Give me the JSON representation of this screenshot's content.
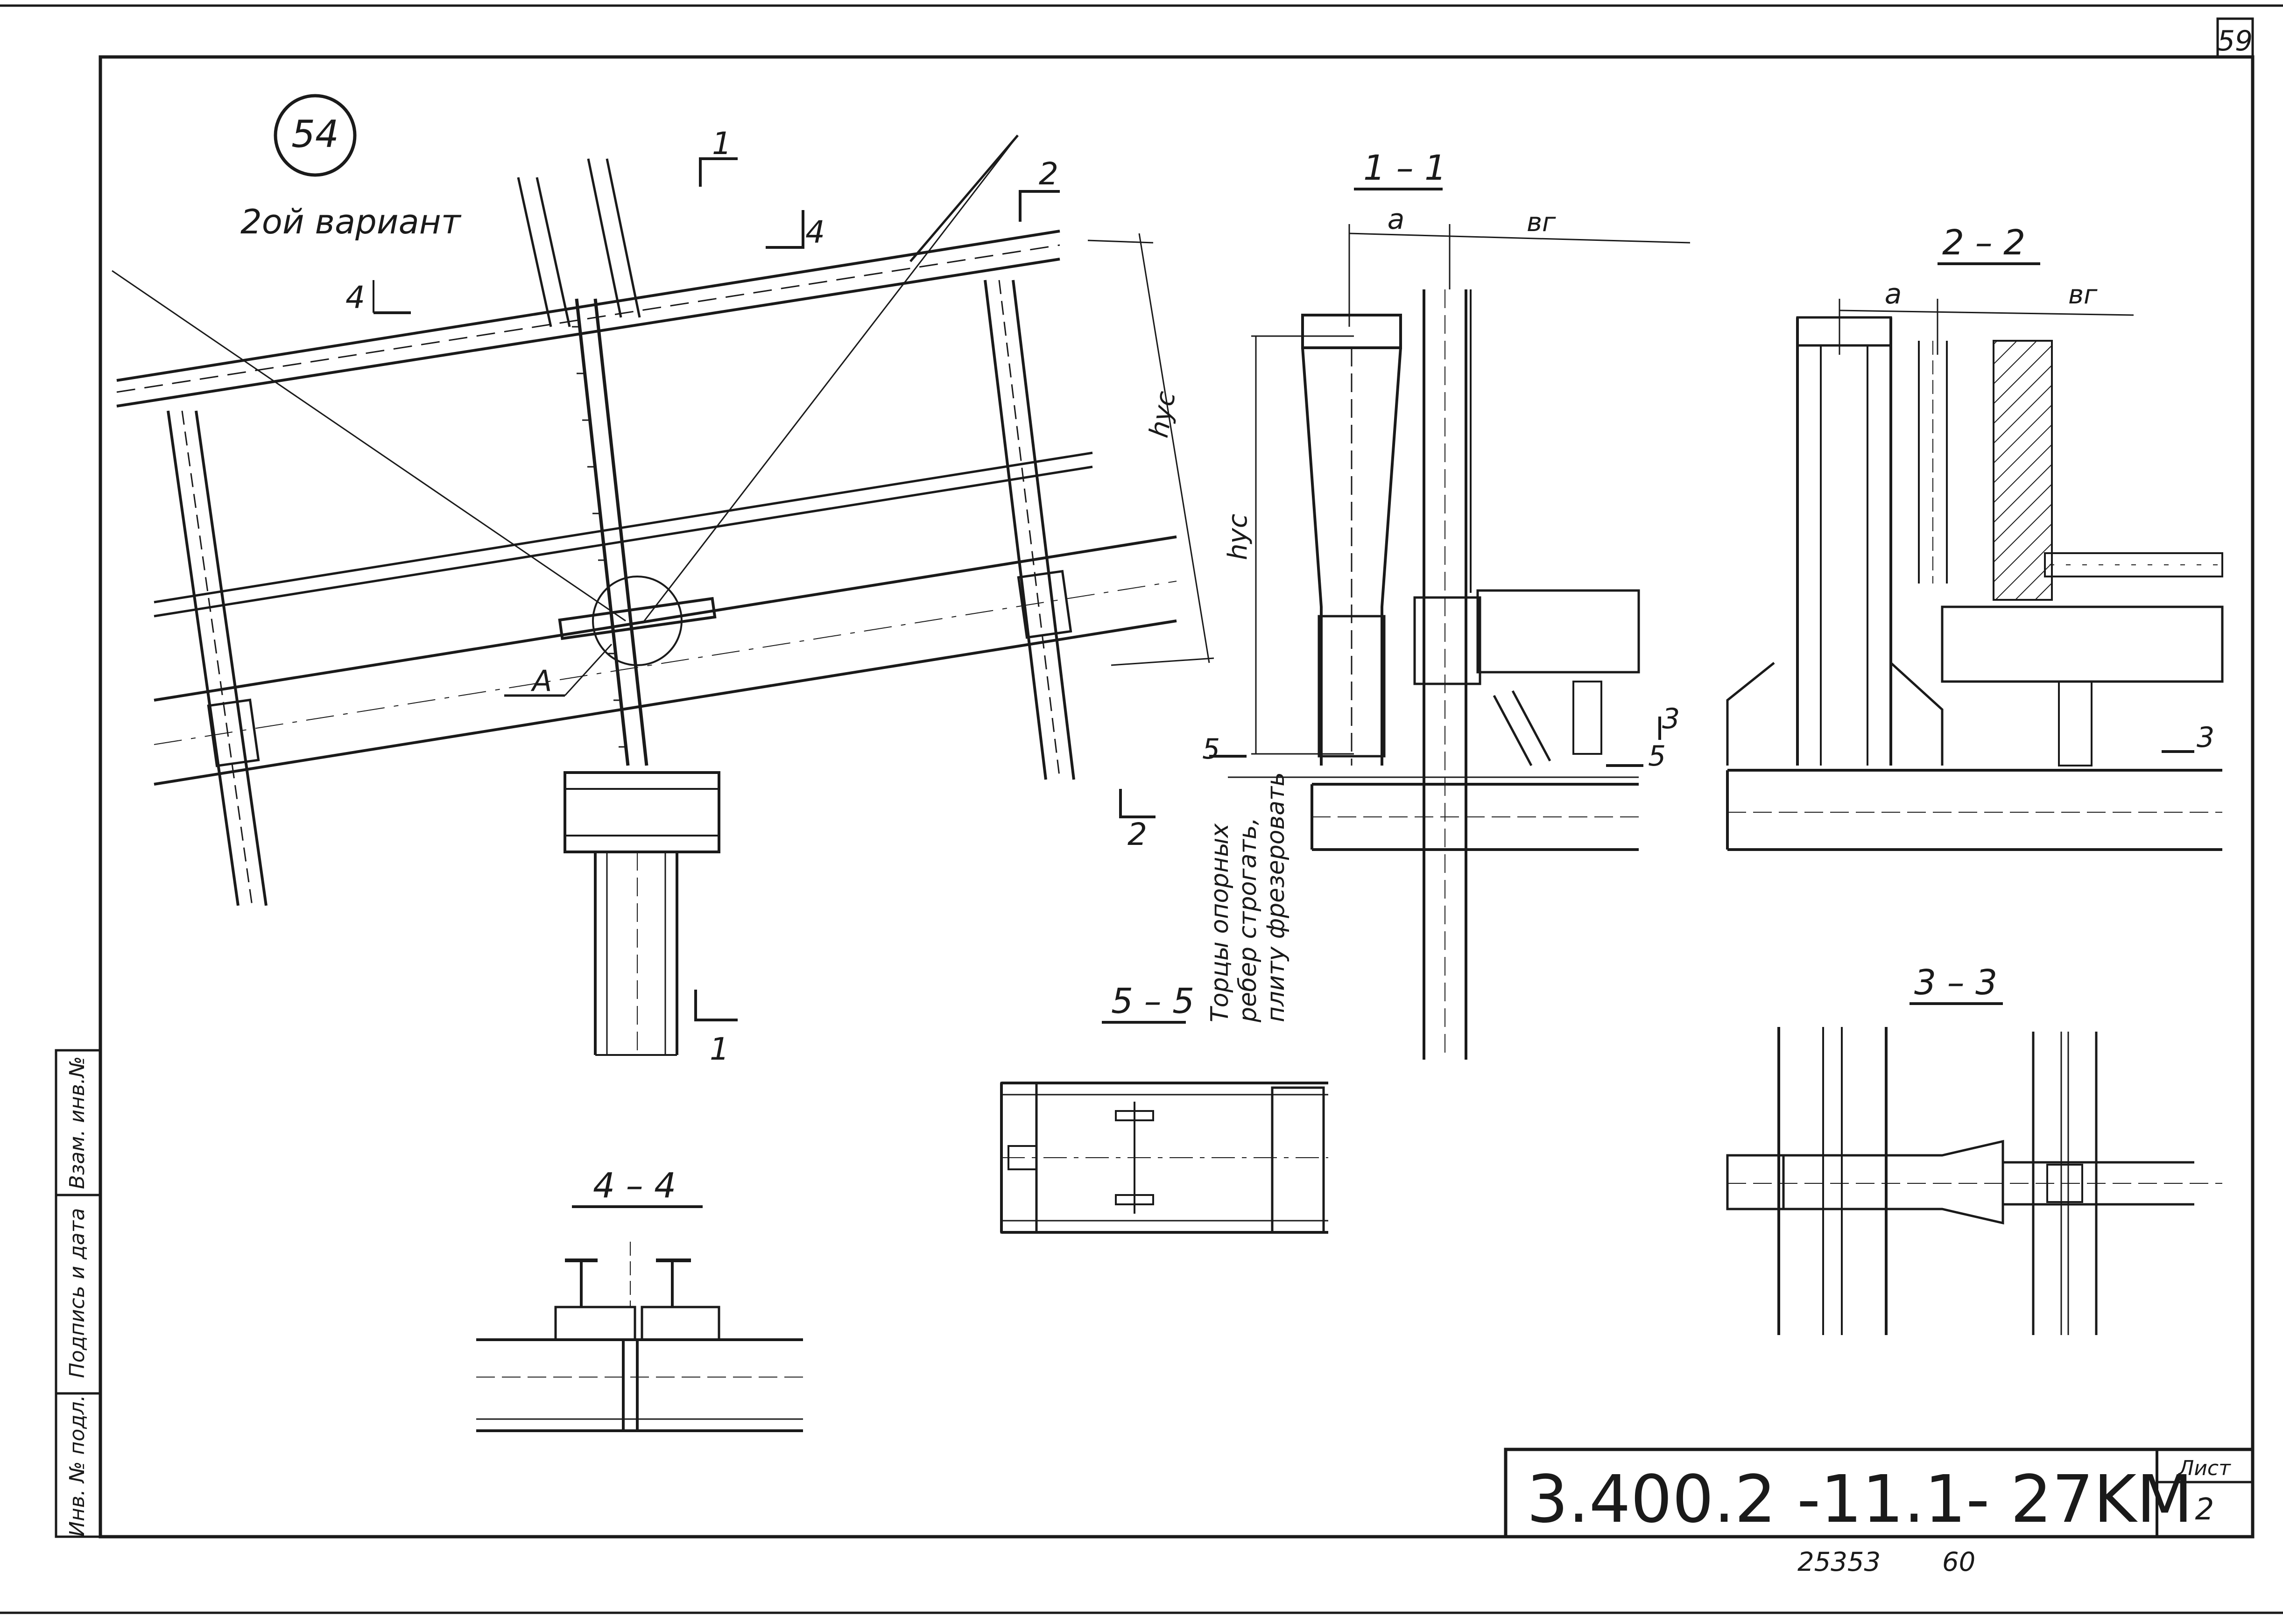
{
  "sheet": {
    "page_number": "59",
    "sheet_label": "Лист",
    "sheet_number": "2"
  },
  "drawing_code": "3.400.2 -11.1- 27KM",
  "footer_numbers": {
    "left": "25353",
    "right": "60"
  },
  "node": {
    "number": "54",
    "variant": "2ой вариант"
  },
  "side_table": {
    "col1": "Инв. № подл.",
    "col2": "Подпись и дата",
    "col3": "Взам. инв.№"
  },
  "section_marks": {
    "m1": "1",
    "m2": "2",
    "m3": "3",
    "m4": "4",
    "m5": "5",
    "mA": "A"
  },
  "section_titles": {
    "s11": "1 – 1",
    "s22": "2 – 2",
    "s33": "3 – 3",
    "s44": "4 – 4",
    "s55": "5 – 5"
  },
  "dimensions": {
    "a": "a",
    "bg": "вг",
    "hus": "hус"
  },
  "note": {
    "line1": "Торцы опорных",
    "line2": "ребер строгать,",
    "line3": "плиту фрезеровать"
  }
}
